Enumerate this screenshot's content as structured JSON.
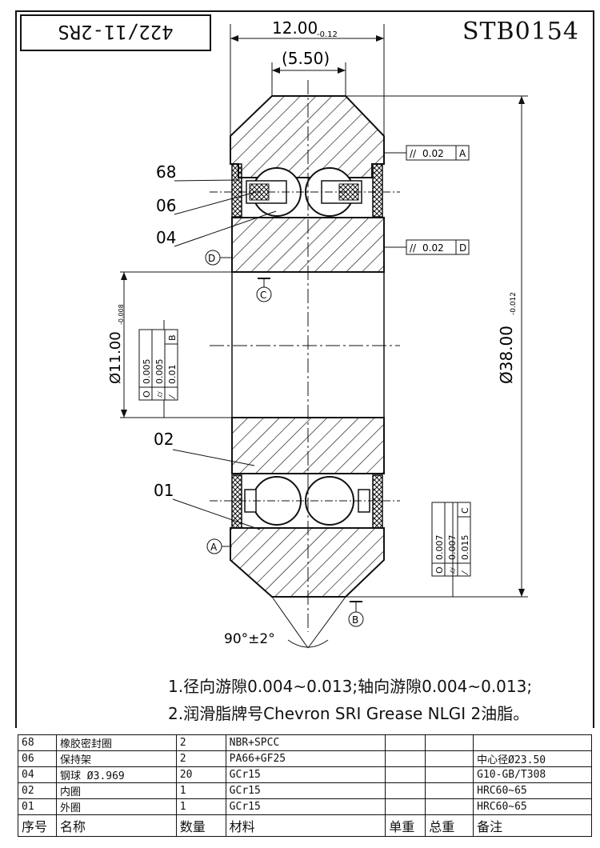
{
  "drawing": {
    "code": "STB0154",
    "model": "422/11-2RS",
    "dims": {
      "width": "12.00",
      "width_tol": "-0.12",
      "ball_span": "(5.50)",
      "outer_dia": "Ø38.00",
      "outer_tol": "-0.012",
      "inner_dia": "Ø11.00",
      "inner_tol": "-0.008",
      "angle": "90°±2°"
    },
    "balloons": [
      "68",
      "06",
      "04",
      "02",
      "01"
    ],
    "datums": {
      "a": "A",
      "b": "B",
      "c": "C",
      "d": "D"
    },
    "tolerances": {
      "top": {
        "symbol": "//",
        "value": "0.02",
        "datum": "A"
      },
      "mid": {
        "symbol": "//",
        "value": "0.02",
        "datum": "D"
      },
      "inner": [
        "0.005",
        "0.005",
        "0.01",
        "B"
      ],
      "outer": [
        "0.007",
        "0.007",
        "0.015",
        "C"
      ]
    }
  },
  "notes": [
    "1.径向游隙0.004~0.013;轴向游隙0.004~0.013;",
    "2.润滑脂牌号Chevron SRI Grease NLGI 2油脂。"
  ],
  "bom": {
    "rows": [
      {
        "no": "68",
        "name": "橡胶密封圈",
        "qty": "2",
        "material": "NBR+SPCC",
        "remark": ""
      },
      {
        "no": "06",
        "name": "保持架",
        "qty": "2",
        "material": "PA66+GF25",
        "remark": "中心径Ø23.50"
      },
      {
        "no": "04",
        "name": "钢球 Ø3.969",
        "qty": "20",
        "material": "GCr15",
        "remark": "G10-GB/T308"
      },
      {
        "no": "02",
        "name": "内圈",
        "qty": "1",
        "material": "GCr15",
        "remark": "HRC60~65"
      },
      {
        "no": "01",
        "name": "外圈",
        "qty": "1",
        "material": "GCr15",
        "remark": "HRC60~65"
      }
    ],
    "header": {
      "no": "序号",
      "name": "名称",
      "qty": "数量",
      "material": "材料",
      "unit_weight": "单重",
      "total_weight": "总重",
      "remark": "备注"
    }
  }
}
